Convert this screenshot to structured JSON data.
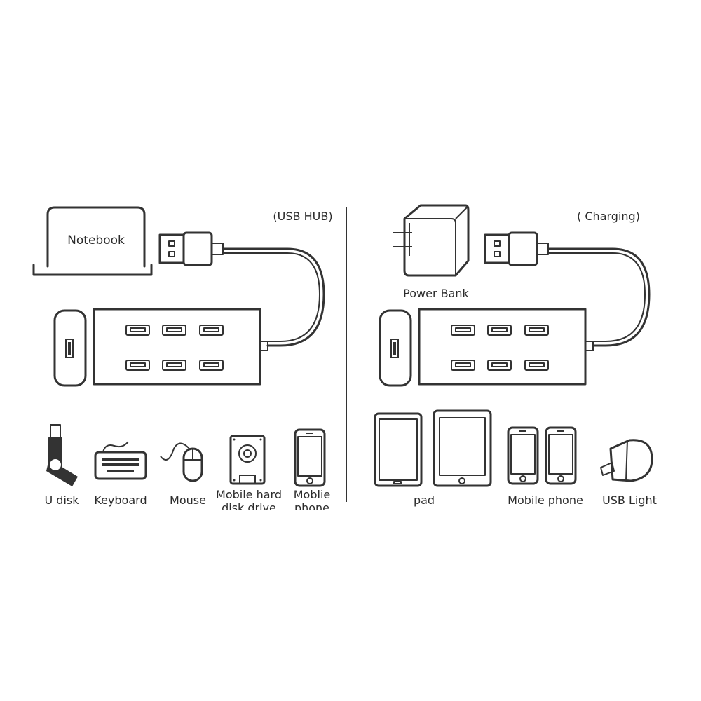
{
  "left_panel": {
    "mode_label": "(USB HUB)",
    "host_label": "Notebook",
    "devices": [
      {
        "label": "U disk",
        "icon": "usb-flash-drive-icon"
      },
      {
        "label": "Keyboard",
        "icon": "keyboard-icon"
      },
      {
        "label": "Mouse",
        "icon": "mouse-icon"
      },
      {
        "label_line1": "Mobile hard",
        "label_line2": "disk drive",
        "icon": "hard-disk-icon"
      },
      {
        "label_line1": "Moblie",
        "label_line2": "phone",
        "icon": "phone-icon"
      }
    ]
  },
  "right_panel": {
    "mode_label": "( Charging)",
    "source_label": "Power Bank",
    "devices": [
      {
        "label": "pad",
        "icon": "tablet-icon"
      },
      {
        "label": "Mobile phone",
        "icon": "phone-icon"
      },
      {
        "label": "USB Light",
        "icon": "usb-light-icon"
      }
    ]
  },
  "colors": {
    "line": "#333333",
    "background": "#ffffff"
  }
}
